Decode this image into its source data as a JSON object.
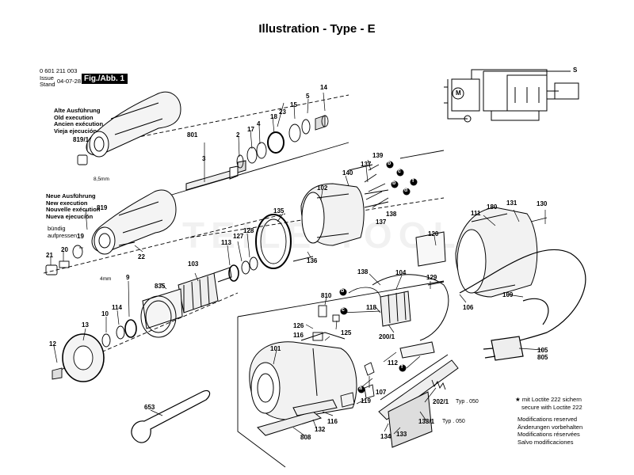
{
  "header": {
    "title": "Illustration - Type - E",
    "part_number": "0 601 211 003",
    "issue_label": "Issue",
    "stand_label": "Stand",
    "date": "04-07-28",
    "figure": "Fig./Abb. 1"
  },
  "notes": {
    "old_execution": [
      "Alte Ausführung",
      "Old execution",
      "Ancien exécution",
      "Vieja ejecución"
    ],
    "new_execution": [
      "Neue Ausführung",
      "New execution",
      "Nouvelle exécution",
      "Nueva ejecución"
    ],
    "flush": [
      "bündig",
      "aufpressen"
    ],
    "dim_85": "8,5mm",
    "dim_4": "4mm"
  },
  "loctite": {
    "symbol": "★",
    "lines": [
      "mit Loctite 222 sichern",
      "secure with Loctite 222"
    ]
  },
  "footer": [
    "Modifications reserved",
    "Änderungen vorbehalten",
    "Modifications réservées",
    "Salvo modificaciones"
  ],
  "parts": {
    "p14": "14",
    "p5": "5",
    "p15": "15",
    "p23": "23",
    "p18": "18",
    "p4": "4",
    "p17": "17",
    "p2": "2",
    "p3": "3",
    "p801": "801",
    "p8191": "819/1",
    "p819": "819",
    "p19": "19",
    "p22": "22",
    "p21": "21",
    "p20": "20",
    "p139": "139",
    "p137a": "137",
    "p140": "140",
    "p102": "102",
    "p138a": "138",
    "p137b": "137",
    "p135": "135",
    "p136": "136",
    "p113": "113",
    "p127": "127",
    "p128": "128",
    "p103": "103",
    "p835": "835",
    "p9": "9",
    "p114": "114",
    "p10": "10",
    "p13": "13",
    "p12": "12",
    "p111": "111",
    "p180": "180",
    "p131": "131",
    "p130": "130",
    "p120": "120",
    "p129": "129",
    "p106": "106",
    "p109": "109",
    "p105": "105",
    "p805": "805",
    "p138b": "138",
    "p104": "104",
    "p810": "810",
    "p118": "118",
    "p126": "126",
    "p116a": "116",
    "p125": "125",
    "p2001": "200/1",
    "p112": "112",
    "p101": "101",
    "p107": "107",
    "p119": "119",
    "p116b": "116",
    "p132": "132",
    "p808": "808",
    "p2021": "202/1",
    "p2021typ": "Typ . 050",
    "p1331": "133/1",
    "p1331typ": "Typ . 050",
    "p134": "134",
    "p133": "133",
    "p653": "653"
  },
  "wires": {
    "a": "a",
    "b": "b",
    "c": "c",
    "d": "d",
    "f": "f"
  },
  "schematic": {
    "motor": "M",
    "supply": "S"
  }
}
